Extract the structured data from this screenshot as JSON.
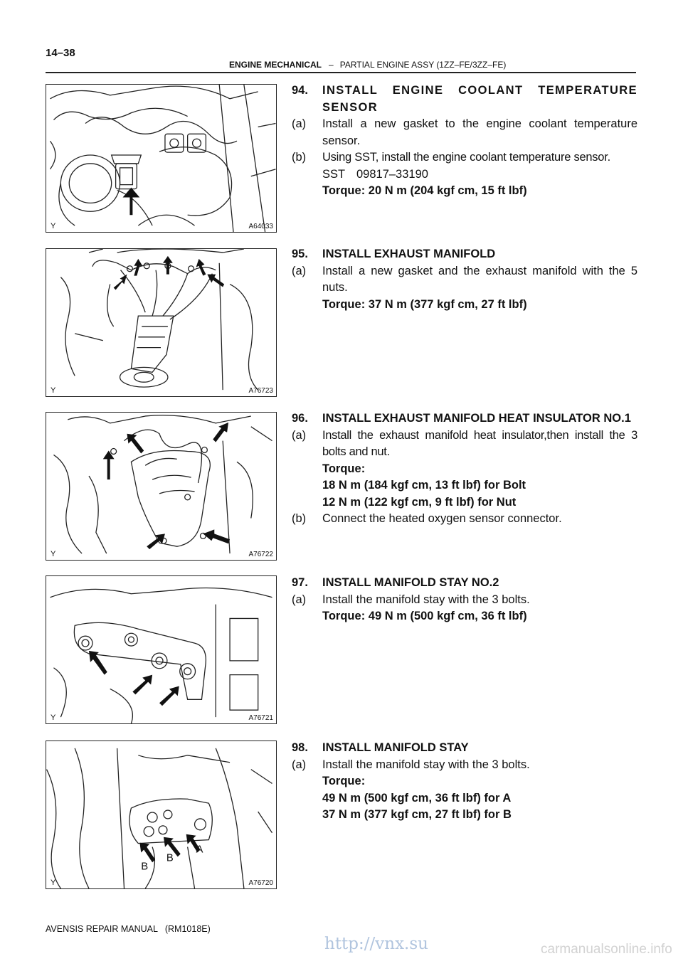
{
  "page": {
    "number": "14–38"
  },
  "header": {
    "section": "ENGINE MECHANICAL",
    "separator": "–",
    "subtitle": "PARTIAL ENGINE ASSY (1ZZ–FE/3ZZ–FE)"
  },
  "figures": [
    {
      "code": "A64033",
      "mark": "Y"
    },
    {
      "code": "A76723",
      "mark": "Y"
    },
    {
      "code": "A76722",
      "mark": "Y"
    },
    {
      "code": "A76721",
      "mark": "Y"
    },
    {
      "code": "A76720",
      "mark": "Y",
      "labels": [
        "B",
        "B",
        "A"
      ]
    }
  ],
  "steps": [
    {
      "num": "94.",
      "title": "INSTALL ENGINE COOLANT TEMPERATURE SENSOR",
      "items": [
        {
          "label": "(a)",
          "text": "Install a new gasket to the engine coolant temperature sensor."
        },
        {
          "label": "(b)",
          "text": "Using SST, install the engine coolant temperature sensor."
        }
      ],
      "sst": {
        "label": "SST",
        "value": "09817–33190"
      },
      "torque": "Torque: 20 N m (204 kgf cm, 15 ft lbf)"
    },
    {
      "num": "95.",
      "title": "INSTALL EXHAUST MANIFOLD",
      "items": [
        {
          "label": "(a)",
          "text": "Install a new gasket and the exhaust manifold with the 5 nuts."
        }
      ],
      "torque": "Torque: 37 N m (377 kgf cm, 27 ft lbf)"
    },
    {
      "num": "96.",
      "title": "INSTALL EXHAUST MANIFOLD HEAT INSULATOR NO.1",
      "items": [
        {
          "label": "(a)",
          "text": "Install the exhaust manifold heat insulator,then install the 3 bolts and nut."
        },
        {
          "label": "(b)",
          "text": "Connect the heated oxygen sensor connector."
        }
      ],
      "torque_heading": "Torque:",
      "torque_lines": [
        "18 N m (184 kgf cm, 13 ft lbf) for Bolt",
        "12 N m (122 kgf cm, 9 ft lbf) for Nut"
      ]
    },
    {
      "num": "97.",
      "title": "INSTALL MANIFOLD STAY NO.2",
      "items": [
        {
          "label": "(a)",
          "text": "Install the manifold stay with the 3 bolts."
        }
      ],
      "torque": "Torque: 49 N m (500 kgf cm, 36 ft lbf)"
    },
    {
      "num": "98.",
      "title": "INSTALL MANIFOLD STAY",
      "items": [
        {
          "label": "(a)",
          "text": "Install the manifold stay with the 3 bolts."
        }
      ],
      "torque_heading": "Torque:",
      "torque_lines": [
        "49 N m (500 kgf cm, 36 ft lbf) for A",
        "37 N m (377 kgf cm, 27 ft lbf) for B"
      ]
    }
  ],
  "footer": {
    "text": "AVENSIS REPAIR MANUAL   (RM1018E)"
  },
  "watermarks": {
    "url": "http://vnx.su",
    "site": "carmanualsonline.info"
  }
}
